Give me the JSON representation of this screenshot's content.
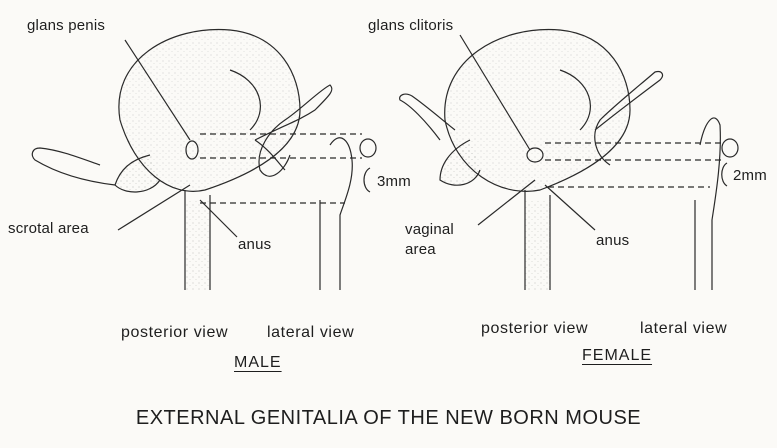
{
  "figure": {
    "title": "EXTERNAL GENITALIA OF THE NEW BORN MOUSE",
    "male": {
      "sex_label": "MALE",
      "view_posterior": "posterior view",
      "view_lateral": "lateral view",
      "labels": {
        "glans": "glans penis",
        "scrotal": "scrotal area",
        "anus": "anus",
        "distance": "3mm"
      }
    },
    "female": {
      "sex_label": "FEMALE",
      "view_posterior": "posterior view",
      "view_lateral": "lateral view",
      "labels": {
        "glans": "glans clitoris",
        "vaginal": "vaginal area",
        "anus": "anus",
        "distance": "2mm"
      }
    }
  }
}
